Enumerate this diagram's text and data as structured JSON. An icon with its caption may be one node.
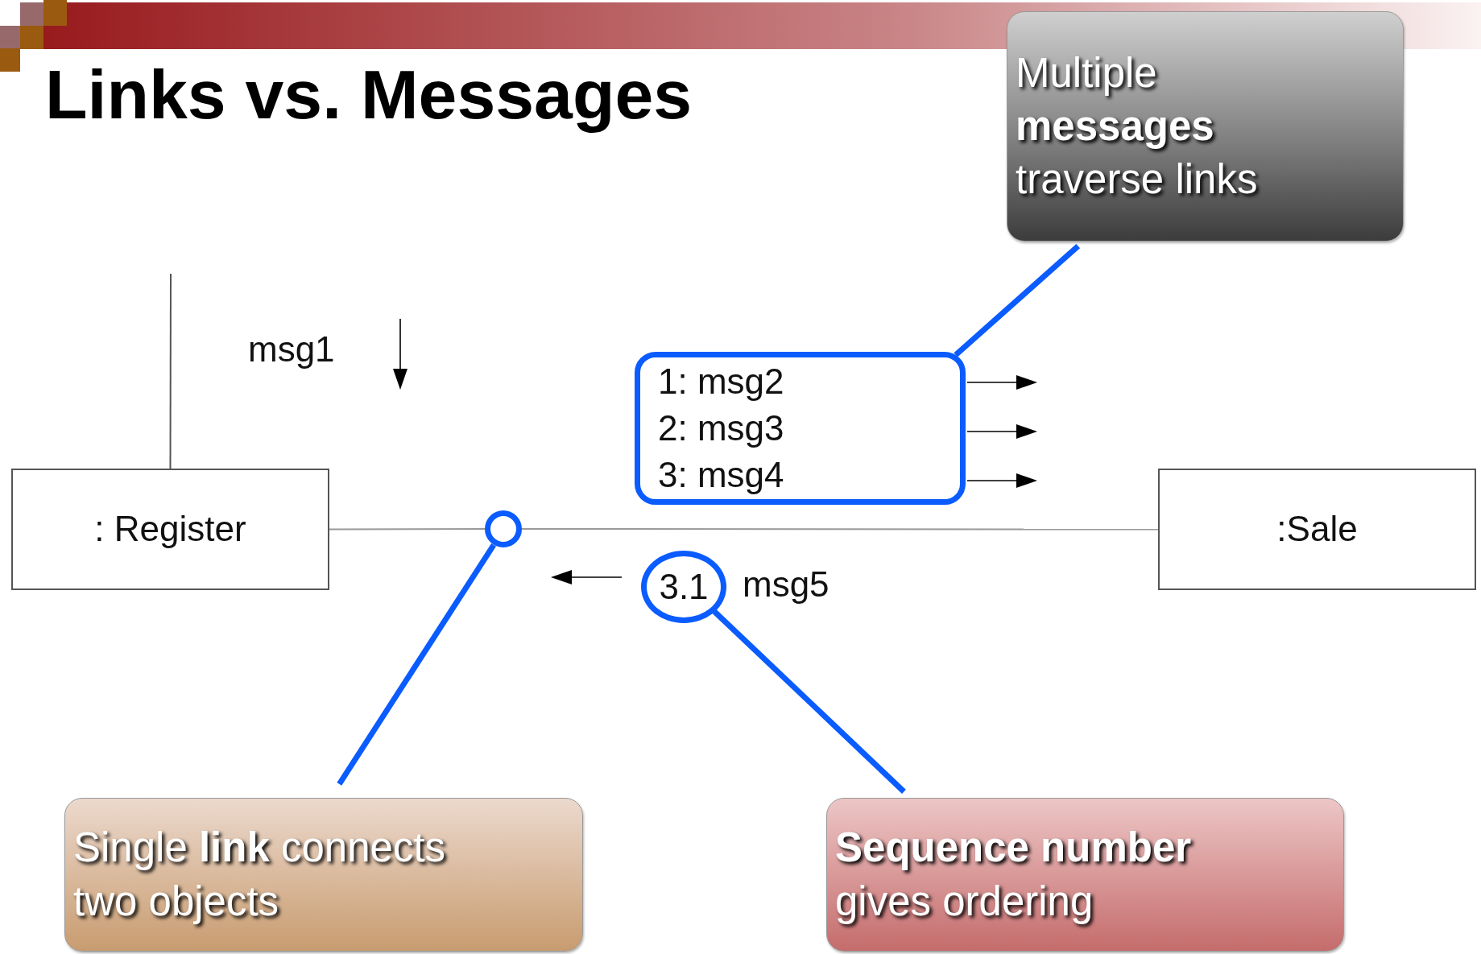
{
  "diagram": {
    "title": "Links vs. Messages",
    "nodes": [
      {
        "text": [
          ": Register"
        ]
      },
      {
        "text": [
          ":Sale"
        ]
      },
      {
        "text": [
          "1: msg2",
          "2: msg3",
          "3: msg4"
        ]
      },
      {
        "text": [
          "msg1"
        ]
      },
      {
        "text": [
          "3.1"
        ],
        "beside": [
          "msg5"
        ]
      },
      {
        "text": [],
        "shape": "circle"
      },
      {
        "text": [
          "Multiple **messages** traverse links"
        ]
      },
      {
        "text": [
          "Single **link** connects two objects"
        ]
      },
      {
        "text": [
          "**Sequence number** gives ordering"
        ]
      }
    ],
    "edges": [
      {
        "from": 0,
        "to": 5,
        "arrow": "none",
        "color": "#999999"
      },
      {
        "from": 5,
        "to": 1,
        "arrow": "none",
        "color": "#999999"
      },
      {
        "from": 0,
        "to": null,
        "arrow": "none",
        "color": "#555555"
      },
      {
        "from": 6,
        "to": 2,
        "arrow": "none",
        "style": "thick"
      },
      {
        "from": 7,
        "to": 5,
        "arrow": "none",
        "style": "thick"
      },
      {
        "from": 8,
        "to": 4,
        "arrow": "none",
        "style": "thick"
      }
    ]
  }
}
